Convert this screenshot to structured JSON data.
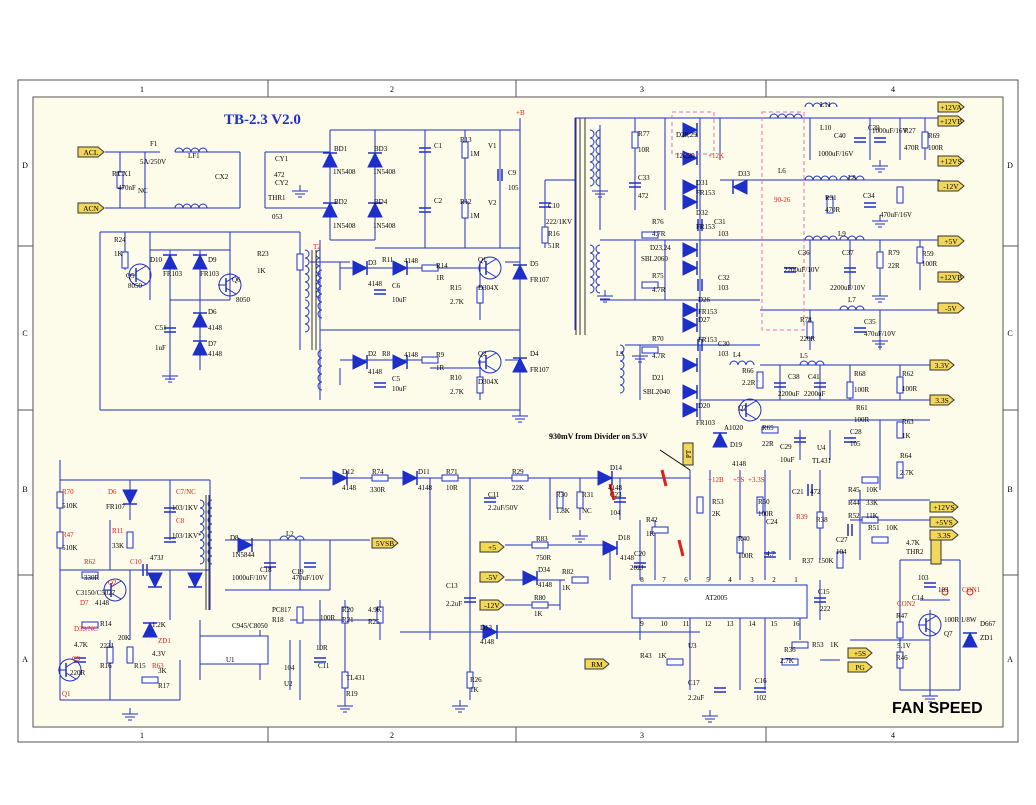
{
  "title": "TB-2.3 V2.0",
  "footer": "FAN SPEED",
  "note": "930mV from Divider on 5.3V",
  "grid": {
    "cols": [
      "1",
      "2",
      "3",
      "4"
    ],
    "rows": [
      "D",
      "C",
      "B",
      "A"
    ]
  },
  "colors": {
    "wire": "#1d2fc8",
    "label": "#000000",
    "frame": "#7a7a7a",
    "paper": "#fdfbe9",
    "flag": "#f2d75a",
    "red": "#e0201a",
    "pink": "#e26fc4"
  },
  "inputs": [
    {
      "id": "acl",
      "text": "ACL"
    },
    {
      "id": "acn",
      "text": "ACN"
    }
  ],
  "outputs": [
    {
      "id": "o1",
      "text": "+12VA"
    },
    {
      "id": "o2",
      "text": "+12VB"
    },
    {
      "id": "o3",
      "text": "+12VS"
    },
    {
      "id": "o4",
      "text": "-12V"
    },
    {
      "id": "o5",
      "text": "+5V"
    },
    {
      "id": "o6",
      "text": "+12VB"
    },
    {
      "id": "o7",
      "text": "-5V"
    },
    {
      "id": "o8",
      "text": "3.3V"
    },
    {
      "id": "o9",
      "text": "3.3S"
    },
    {
      "id": "o10",
      "text": "+12VS"
    },
    {
      "id": "o11",
      "text": "+5VS"
    },
    {
      "id": "o12",
      "text": "3.3S"
    },
    {
      "id": "o13",
      "text": "+5"
    },
    {
      "id": "o14",
      "text": "-5V"
    },
    {
      "id": "o15",
      "text": "-12V"
    },
    {
      "id": "o16",
      "text": "RM"
    },
    {
      "id": "o17",
      "text": "+5S"
    },
    {
      "id": "o18",
      "text": "PG"
    },
    {
      "id": "o19",
      "text": "5VSB"
    },
    {
      "id": "o20",
      "text": "PT"
    }
  ],
  "labels": [
    {
      "t": "F1",
      "c": "label"
    },
    {
      "t": "5A/250V",
      "c": "label"
    },
    {
      "t": "LF1",
      "c": "label"
    },
    {
      "t": "CX1",
      "c": "label"
    },
    {
      "t": "R1",
      "c": "label"
    },
    {
      "t": "470nF",
      "c": "label"
    },
    {
      "t": "NC",
      "c": "label"
    },
    {
      "t": "CX2",
      "c": "label"
    },
    {
      "t": "CY1",
      "c": "label"
    },
    {
      "t": "472",
      "c": "label"
    },
    {
      "t": "CY2",
      "c": "label"
    },
    {
      "t": "THR1",
      "c": "label"
    },
    {
      "t": "053",
      "c": "label"
    },
    {
      "t": "BD1",
      "c": "label"
    },
    {
      "t": "1N5408",
      "c": "label"
    },
    {
      "t": "BD3",
      "c": "label"
    },
    {
      "t": "1N5408",
      "c": "label"
    },
    {
      "t": "BD2",
      "c": "label"
    },
    {
      "t": "1N5408",
      "c": "label"
    },
    {
      "t": "BD4",
      "c": "label"
    },
    {
      "t": "1N5408",
      "c": "label"
    },
    {
      "t": "C1",
      "c": "label"
    },
    {
      "t": "C2",
      "c": "label"
    },
    {
      "t": "R13",
      "c": "label"
    },
    {
      "t": "1M",
      "c": "label"
    },
    {
      "t": "R12",
      "c": "label"
    },
    {
      "t": "1M",
      "c": "label"
    },
    {
      "t": "V1",
      "c": "label"
    },
    {
      "t": "V2",
      "c": "label"
    },
    {
      "t": "C9",
      "c": "label"
    },
    {
      "t": "105",
      "c": "label"
    },
    {
      "t": "+B",
      "c": "red"
    },
    {
      "t": "C10",
      "c": "label"
    },
    {
      "t": "222/1KV",
      "c": "label"
    },
    {
      "t": "R16",
      "c": "label"
    },
    {
      "t": "51R",
      "c": "label"
    },
    {
      "t": "R24",
      "c": "label"
    },
    {
      "t": "1K",
      "c": "label"
    },
    {
      "t": "D10",
      "c": "label"
    },
    {
      "t": "FR103",
      "c": "label"
    },
    {
      "t": "D9",
      "c": "label"
    },
    {
      "t": "FR103",
      "c": "label"
    },
    {
      "t": "R23",
      "c": "label"
    },
    {
      "t": "1K",
      "c": "label"
    },
    {
      "t": "T2",
      "c": "red"
    },
    {
      "t": "Q5",
      "c": "label"
    },
    {
      "t": "8050",
      "c": "label"
    },
    {
      "t": "Q6",
      "c": "label"
    },
    {
      "t": "8050",
      "c": "label"
    },
    {
      "t": "D6",
      "c": "label"
    },
    {
      "t": "4148",
      "c": "label"
    },
    {
      "t": "C51",
      "c": "label"
    },
    {
      "t": "1uF",
      "c": "label"
    },
    {
      "t": "D7",
      "c": "label"
    },
    {
      "t": "4148",
      "c": "label"
    },
    {
      "t": "D3",
      "c": "label"
    },
    {
      "t": "4148",
      "c": "label"
    },
    {
      "t": "R11",
      "c": "label"
    },
    {
      "t": "4148",
      "c": "label"
    },
    {
      "t": "C6",
      "c": "label"
    },
    {
      "t": "10uF",
      "c": "label"
    },
    {
      "t": "R14",
      "c": "label"
    },
    {
      "t": "1R",
      "c": "label"
    },
    {
      "t": "R15",
      "c": "label"
    },
    {
      "t": "2.7K",
      "c": "label"
    },
    {
      "t": "Q1",
      "c": "label"
    },
    {
      "t": "D304X",
      "c": "label"
    },
    {
      "t": "D5",
      "c": "label"
    },
    {
      "t": "FR107",
      "c": "label"
    },
    {
      "t": "D2",
      "c": "label"
    },
    {
      "t": "4148",
      "c": "label"
    },
    {
      "t": "R8",
      "c": "label"
    },
    {
      "t": "4148",
      "c": "label"
    },
    {
      "t": "C5",
      "c": "label"
    },
    {
      "t": "10uF",
      "c": "label"
    },
    {
      "t": "R9",
      "c": "label"
    },
    {
      "t": "1R",
      "c": "label"
    },
    {
      "t": "R10",
      "c": "label"
    },
    {
      "t": "2.7K",
      "c": "label"
    },
    {
      "t": "Q2",
      "c": "label"
    },
    {
      "t": "D304X",
      "c": "label"
    },
    {
      "t": "D4",
      "c": "label"
    },
    {
      "t": "FR107",
      "c": "label"
    },
    {
      "t": "R77",
      "c": "label"
    },
    {
      "t": "10R",
      "c": "label"
    },
    {
      "t": "C33",
      "c": "label"
    },
    {
      "t": "472",
      "c": "label"
    },
    {
      "t": "D28,29",
      "c": "label"
    },
    {
      "t": "12C20",
      "c": "label"
    },
    {
      "t": "+12K",
      "c": "red"
    },
    {
      "t": "D31",
      "c": "label"
    },
    {
      "t": "FR153",
      "c": "label"
    },
    {
      "t": "D32",
      "c": "label"
    },
    {
      "t": "FR153",
      "c": "label"
    },
    {
      "t": "D33",
      "c": "label"
    },
    {
      "t": "L6",
      "c": "label"
    },
    {
      "t": "90-26",
      "c": "red"
    },
    {
      "t": "L11",
      "c": "label"
    },
    {
      "t": "L10",
      "c": "label"
    },
    {
      "t": "C40",
      "c": "label"
    },
    {
      "t": "1000uF/16V",
      "c": "label"
    },
    {
      "t": "C39",
      "c": "label"
    },
    {
      "t": "1000uF/16V",
      "c": "label"
    },
    {
      "t": "R27",
      "c": "label"
    },
    {
      "t": "470R",
      "c": "label"
    },
    {
      "t": "R69",
      "c": "label"
    },
    {
      "t": "100R",
      "c": "label"
    },
    {
      "t": "L8",
      "c": "label"
    },
    {
      "t": "R31",
      "c": "label"
    },
    {
      "t": "470R",
      "c": "label"
    },
    {
      "t": "C34",
      "c": "label"
    },
    {
      "t": "470uF/16V",
      "c": "label"
    },
    {
      "t": "R76",
      "c": "label"
    },
    {
      "t": "4.7R",
      "c": "label"
    },
    {
      "t": "C31",
      "c": "label"
    },
    {
      "t": "103",
      "c": "label"
    },
    {
      "t": "D23,24",
      "c": "label"
    },
    {
      "t": "SBL2060",
      "c": "label"
    },
    {
      "t": "R75",
      "c": "label"
    },
    {
      "t": "4.7R",
      "c": "label"
    },
    {
      "t": "C32",
      "c": "label"
    },
    {
      "t": "103",
      "c": "label"
    },
    {
      "t": "L9",
      "c": "label"
    },
    {
      "t": "C36",
      "c": "label"
    },
    {
      "t": "2200uF/10V",
      "c": "label"
    },
    {
      "t": "C37",
      "c": "label"
    },
    {
      "t": "2200uF/10V",
      "c": "label"
    },
    {
      "t": "R79",
      "c": "label"
    },
    {
      "t": "22R",
      "c": "label"
    },
    {
      "t": "R59",
      "c": "label"
    },
    {
      "t": "100R",
      "c": "label"
    },
    {
      "t": "D26",
      "c": "label"
    },
    {
      "t": "FR153",
      "c": "label"
    },
    {
      "t": "D27",
      "c": "label"
    },
    {
      "t": "FR153",
      "c": "label"
    },
    {
      "t": "L7",
      "c": "label"
    },
    {
      "t": "R78",
      "c": "label"
    },
    {
      "t": "220R",
      "c": "label"
    },
    {
      "t": "C35",
      "c": "label"
    },
    {
      "t": "470uF/10V",
      "c": "label"
    },
    {
      "t": "L3",
      "c": "label"
    },
    {
      "t": "R70",
      "c": "label"
    },
    {
      "t": "4.7R",
      "c": "label"
    },
    {
      "t": "C30",
      "c": "label"
    },
    {
      "t": "103",
      "c": "label"
    },
    {
      "t": "D21",
      "c": "label"
    },
    {
      "t": "SBL2040",
      "c": "label"
    },
    {
      "t": "D20",
      "c": "label"
    },
    {
      "t": "FR103",
      "c": "label"
    },
    {
      "t": "L4",
      "c": "label"
    },
    {
      "t": "R66",
      "c": "label"
    },
    {
      "t": "2.2R",
      "c": "label"
    },
    {
      "t": "L5",
      "c": "label"
    },
    {
      "t": "C38",
      "c": "label"
    },
    {
      "t": "2200uF",
      "c": "label"
    },
    {
      "t": "C41",
      "c": "label"
    },
    {
      "t": "2200uF",
      "c": "label"
    },
    {
      "t": "R68",
      "c": "label"
    },
    {
      "t": "100R",
      "c": "label"
    },
    {
      "t": "R62",
      "c": "label"
    },
    {
      "t": "100R",
      "c": "label"
    },
    {
      "t": "Q7",
      "c": "label"
    },
    {
      "t": "A1020",
      "c": "label"
    },
    {
      "t": "R65",
      "c": "label"
    },
    {
      "t": "22R",
      "c": "label"
    },
    {
      "t": "D19",
      "c": "label"
    },
    {
      "t": "4148",
      "c": "label"
    },
    {
      "t": "C29",
      "c": "label"
    },
    {
      "t": "10uF",
      "c": "label"
    },
    {
      "t": "U4",
      "c": "label"
    },
    {
      "t": "TL431",
      "c": "label"
    },
    {
      "t": "C28",
      "c": "label"
    },
    {
      "t": "105",
      "c": "label"
    },
    {
      "t": "R61",
      "c": "label"
    },
    {
      "t": "100R",
      "c": "label"
    },
    {
      "t": "R63",
      "c": "label"
    },
    {
      "t": "1K",
      "c": "label"
    },
    {
      "t": "R64",
      "c": "label"
    },
    {
      "t": "2.7K",
      "c": "label"
    },
    {
      "t": "D12",
      "c": "label"
    },
    {
      "t": "4148",
      "c": "label"
    },
    {
      "t": "R74",
      "c": "label"
    },
    {
      "t": "330R",
      "c": "label"
    },
    {
      "t": "D11",
      "c": "label"
    },
    {
      "t": "4148",
      "c": "label"
    },
    {
      "t": "R71",
      "c": "label"
    },
    {
      "t": "10R",
      "c": "label"
    },
    {
      "t": "R29",
      "c": "label"
    },
    {
      "t": "22K",
      "c": "label"
    },
    {
      "t": "C11",
      "c": "label"
    },
    {
      "t": "2.2uF/50V",
      "c": "label"
    },
    {
      "t": "R30",
      "c": "label"
    },
    {
      "t": "1.8K",
      "c": "label"
    },
    {
      "t": "R31",
      "c": "label"
    },
    {
      "t": "NC",
      "c": "label"
    },
    {
      "t": "C23",
      "c": "label"
    },
    {
      "t": "104",
      "c": "label"
    },
    {
      "t": "D14",
      "c": "label"
    },
    {
      "t": "4148",
      "c": "label"
    },
    {
      "t": "+12B",
      "c": "red"
    },
    {
      "t": "+5S",
      "c": "red"
    },
    {
      "t": "+3.3S",
      "c": "red"
    },
    {
      "t": "R53",
      "c": "label"
    },
    {
      "t": "2K",
      "c": "label"
    },
    {
      "t": "R50",
      "c": "label"
    },
    {
      "t": "100R",
      "c": "label"
    },
    {
      "t": "C24",
      "c": "label"
    },
    {
      "t": "4.7",
      "c": "label"
    },
    {
      "t": "R40",
      "c": "label"
    },
    {
      "t": "100R",
      "c": "label"
    },
    {
      "t": "R39",
      "c": "red"
    },
    {
      "t": "R38",
      "c": "label"
    },
    {
      "t": "R37",
      "c": "label"
    },
    {
      "t": "150K",
      "c": "label"
    },
    {
      "t": "C21",
      "c": "label"
    },
    {
      "t": "472",
      "c": "label"
    },
    {
      "t": "R45",
      "c": "label"
    },
    {
      "t": "10K",
      "c": "label"
    },
    {
      "t": "R44",
      "c": "label"
    },
    {
      "t": "33K",
      "c": "label"
    },
    {
      "t": "R52",
      "c": "label"
    },
    {
      "t": "11K",
      "c": "label"
    },
    {
      "t": "C27",
      "c": "label"
    },
    {
      "t": "104",
      "c": "label"
    },
    {
      "t": "R51",
      "c": "label"
    },
    {
      "t": "10K",
      "c": "label"
    },
    {
      "t": "R42",
      "c": "label"
    },
    {
      "t": "1K",
      "c": "label"
    },
    {
      "t": "R83",
      "c": "label"
    },
    {
      "t": "750R",
      "c": "label"
    },
    {
      "t": "D18",
      "c": "label"
    },
    {
      "t": "4148",
      "c": "label"
    },
    {
      "t": "C20",
      "c": "label"
    },
    {
      "t": "202J",
      "c": "label"
    },
    {
      "t": "D34",
      "c": "label"
    },
    {
      "t": "4148",
      "c": "label"
    },
    {
      "t": "R82",
      "c": "label"
    },
    {
      "t": "1K",
      "c": "label"
    },
    {
      "t": "R80",
      "c": "label"
    },
    {
      "t": "1K",
      "c": "label"
    },
    {
      "t": "C13",
      "c": "label"
    },
    {
      "t": "2.2uF",
      "c": "label"
    },
    {
      "t": "U3",
      "c": "label"
    },
    {
      "t": "AT2005",
      "c": "label"
    },
    {
      "t": "C15",
      "c": "label"
    },
    {
      "t": "222",
      "c": "label"
    },
    {
      "t": "D13",
      "c": "label"
    },
    {
      "t": "4148",
      "c": "label"
    },
    {
      "t": "R43",
      "c": "label"
    },
    {
      "t": "1K",
      "c": "label"
    },
    {
      "t": "R36",
      "c": "label"
    },
    {
      "t": "2.7K",
      "c": "label"
    },
    {
      "t": "R53",
      "c": "label"
    },
    {
      "t": "1K",
      "c": "label"
    },
    {
      "t": "C17",
      "c": "label"
    },
    {
      "t": "2.2uF",
      "c": "label"
    },
    {
      "t": "C16",
      "c": "label"
    },
    {
      "t": "102",
      "c": "label"
    },
    {
      "t": "R26",
      "c": "label"
    },
    {
      "t": "1K",
      "c": "label"
    },
    {
      "t": "R70",
      "c": "red"
    },
    {
      "t": "510K",
      "c": "label"
    },
    {
      "t": "R47",
      "c": "red"
    },
    {
      "t": "510K",
      "c": "label"
    },
    {
      "t": "D6",
      "c": "red"
    },
    {
      "t": "FR107",
      "c": "label"
    },
    {
      "t": "C7/NC",
      "c": "red"
    },
    {
      "t": "103/1KV",
      "c": "label"
    },
    {
      "t": "R11",
      "c": "red"
    },
    {
      "t": "33K",
      "c": "label"
    },
    {
      "t": "C8",
      "c": "red"
    },
    {
      "t": "103/1KV*",
      "c": "label"
    },
    {
      "t": "C10",
      "c": "red"
    },
    {
      "t": "473J",
      "c": "label"
    },
    {
      "t": "D8",
      "c": "label"
    },
    {
      "t": "1N5844",
      "c": "label"
    },
    {
      "t": "L2",
      "c": "label"
    },
    {
      "t": "C18",
      "c": "label"
    },
    {
      "t": "1000uF/10V",
      "c": "label"
    },
    {
      "t": "C19",
      "c": "label"
    },
    {
      "t": "470uF/10V",
      "c": "label"
    },
    {
      "t": "R62",
      "c": "red"
    },
    {
      "t": "330R",
      "c": "label"
    },
    {
      "t": "Q2",
      "c": "red"
    },
    {
      "t": "C3150/C5027",
      "c": "label"
    },
    {
      "t": "D7",
      "c": "red"
    },
    {
      "t": "4148",
      "c": "label"
    },
    {
      "t": "D39/NC",
      "c": "red"
    },
    {
      "t": "R14",
      "c": "label"
    },
    {
      "t": "20K",
      "c": "label"
    },
    {
      "t": "R15",
      "c": "label"
    },
    {
      "t": "1.2K",
      "c": "label"
    },
    {
      "t": "ZD1",
      "c": "red"
    },
    {
      "t": "4.3V",
      "c": "label"
    },
    {
      "t": "R63",
      "c": "red"
    },
    {
      "t": "4.7K",
      "c": "label"
    },
    {
      "t": "C9",
      "c": "red"
    },
    {
      "t": "223J",
      "c": "label"
    },
    {
      "t": "R16",
      "c": "label"
    },
    {
      "t": "3K",
      "c": "label"
    },
    {
      "t": "R17",
      "c": "label"
    },
    {
      "t": "220R",
      "c": "label"
    },
    {
      "t": "Q1",
      "c": "red"
    },
    {
      "t": "C945/C8050",
      "c": "label"
    },
    {
      "t": "U1",
      "c": "label"
    },
    {
      "t": "PC817",
      "c": "label"
    },
    {
      "t": "R18",
      "c": "label"
    },
    {
      "t": "100R",
      "c": "label"
    },
    {
      "t": "R20",
      "c": "label"
    },
    {
      "t": "R21",
      "c": "label"
    },
    {
      "t": "4.9K",
      "c": "label"
    },
    {
      "t": "R25",
      "c": "label"
    },
    {
      "t": "10R",
      "c": "label"
    },
    {
      "t": "C11",
      "c": "label"
    },
    {
      "t": "104",
      "c": "label"
    },
    {
      "t": "U2",
      "c": "label"
    },
    {
      "t": "TL431",
      "c": "label"
    },
    {
      "t": "R19",
      "c": "label"
    },
    {
      "t": "4.7K",
      "c": "label"
    },
    {
      "t": "THR2",
      "c": "label"
    },
    {
      "t": "103",
      "c": "label"
    },
    {
      "t": "C14",
      "c": "label"
    },
    {
      "t": "103",
      "c": "label"
    },
    {
      "t": "CON1",
      "c": "red"
    },
    {
      "t": "CON2",
      "c": "red"
    },
    {
      "t": "R47",
      "c": "label"
    },
    {
      "t": "100R 1/8W",
      "c": "label"
    },
    {
      "t": "Q7",
      "c": "label"
    },
    {
      "t": "D667",
      "c": "label"
    },
    {
      "t": "ZD1",
      "c": "label"
    },
    {
      "t": "5.1V",
      "c": "label"
    },
    {
      "t": "R46",
      "c": "label"
    },
    {
      "t": "510R 1/8W",
      "c": "label"
    }
  ],
  "pins_top": [
    "8",
    "7",
    "6",
    "5",
    "4",
    "3",
    "2",
    "1"
  ],
  "pins_bottom": [
    "9",
    "10",
    "11",
    "12",
    "13",
    "14",
    "15",
    "16"
  ]
}
